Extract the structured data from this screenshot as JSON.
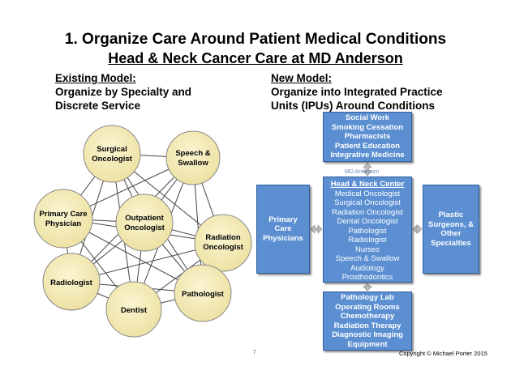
{
  "title": "1. Organize Care Around Patient Medical Conditions",
  "subtitle": "Head & Neck Cancer Care at MD Anderson",
  "existing_model": {
    "heading": "Existing Model:",
    "line1": "Organize by Specialty and",
    "line2": "Discrete Service"
  },
  "new_model": {
    "heading": "New Model:",
    "line1": "Organize into Integrated Practice",
    "line2": "Units (IPUs) Around Conditions"
  },
  "network_nodes": {
    "surgical": [
      "Surgical",
      "Oncologist"
    ],
    "speech": [
      "Speech &",
      "Swallow"
    ],
    "primary": [
      "Primary Care",
      "Physician"
    ],
    "outpatient": [
      "Outpatient",
      "Oncologist"
    ],
    "radiation": [
      "Radiation",
      "Oncologist"
    ],
    "radiologist": [
      "Radiologist"
    ],
    "pathologist": [
      "Pathologist"
    ],
    "dentist": [
      "Dentist"
    ]
  },
  "ipu": {
    "top": [
      "Social Work",
      "Smoking Cessation",
      "Pharmacists",
      "Patient Education",
      "Integrative Medicine"
    ],
    "center_heading": "Head & Neck Center",
    "center_items": [
      "Medical Oncologist",
      "Surgical Oncologist",
      "Radiation Oncologist",
      "Dental Oncologist",
      "Pathologist",
      "Radiologist",
      "Nurses",
      "Speech & Swallow",
      "Audiology",
      "Prosthodontics"
    ],
    "left": [
      "Primary",
      "Care",
      "Physicians"
    ],
    "right": [
      "Plastic",
      "Surgeons, &",
      "Other",
      "Specialties"
    ],
    "bottom": [
      "Pathology Lab",
      "Operating Rooms",
      "Chemotherapy",
      "Radiation Therapy",
      "Diagnostic Imaging",
      "Equipment"
    ]
  },
  "watermark": "MD Anderson",
  "copyright": "Copyright © Michael Porter 2015",
  "page_number": "7",
  "colors": {
    "node_fill": "#f6eeb8",
    "box_fill": "#5b8fd2",
    "box_border": "#2f5f9a"
  }
}
